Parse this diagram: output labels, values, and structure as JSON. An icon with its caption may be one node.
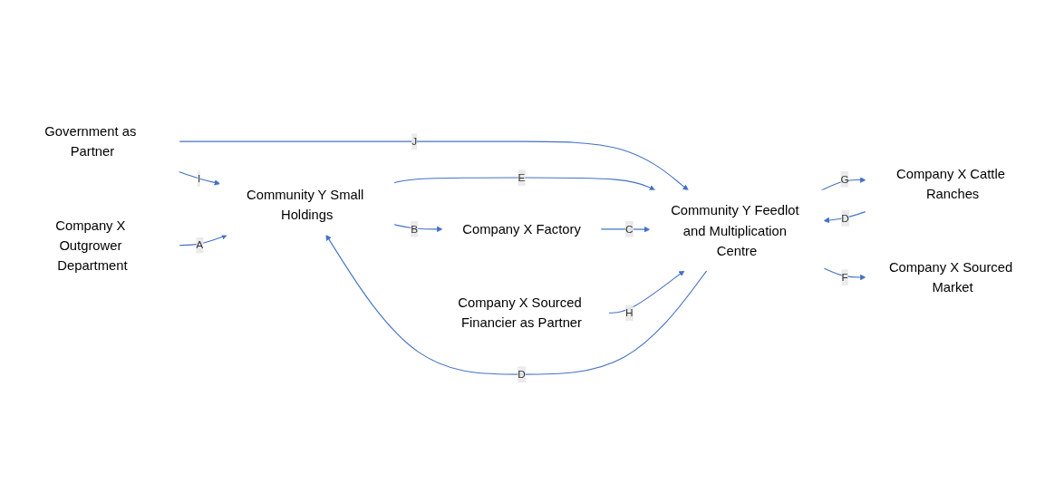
{
  "diagram": {
    "nodes": [
      {
        "text": [
          "Government as Partner"
        ]
      },
      {
        "text": [
          "Company X Cattle Ranches"
        ]
      },
      {
        "text": [
          "Community Y Small Holdings"
        ]
      },
      {
        "text": [
          "Company X Factory"
        ]
      },
      {
        "text": [
          "Company X Outgrower Department"
        ]
      },
      {
        "text": [
          "Community Y Feedlot and Multiplication Centre"
        ]
      },
      {
        "text": [
          "Company X Sourced Market"
        ]
      },
      {
        "text": [
          "Company X Sourced Financier as Partner"
        ]
      }
    ],
    "edges": [
      {
        "from": 0,
        "to": 2,
        "arrow": "to",
        "label": "I"
      },
      {
        "from": 2,
        "to": 3,
        "arrow": "to",
        "label": "B"
      },
      {
        "from": 0,
        "to": 5,
        "arrow": "to",
        "label": "J"
      },
      {
        "from": 1,
        "to": 5,
        "arrow": "to",
        "label": "D"
      },
      {
        "from": 4,
        "to": 2,
        "arrow": "to",
        "label": "A"
      },
      {
        "from": 5,
        "to": 1,
        "arrow": "to",
        "label": "G"
      },
      {
        "from": 2,
        "to": 5,
        "arrow": "to",
        "label": "E"
      },
      {
        "from": 5,
        "to": 2,
        "arrow": "to",
        "label": "D"
      },
      {
        "from": 3,
        "to": 5,
        "arrow": "to",
        "label": "C"
      },
      {
        "from": 5,
        "to": 6,
        "arrow": "to",
        "label": "F"
      },
      {
        "from": 7,
        "to": 5,
        "arrow": "to",
        "label": "H"
      }
    ]
  }
}
